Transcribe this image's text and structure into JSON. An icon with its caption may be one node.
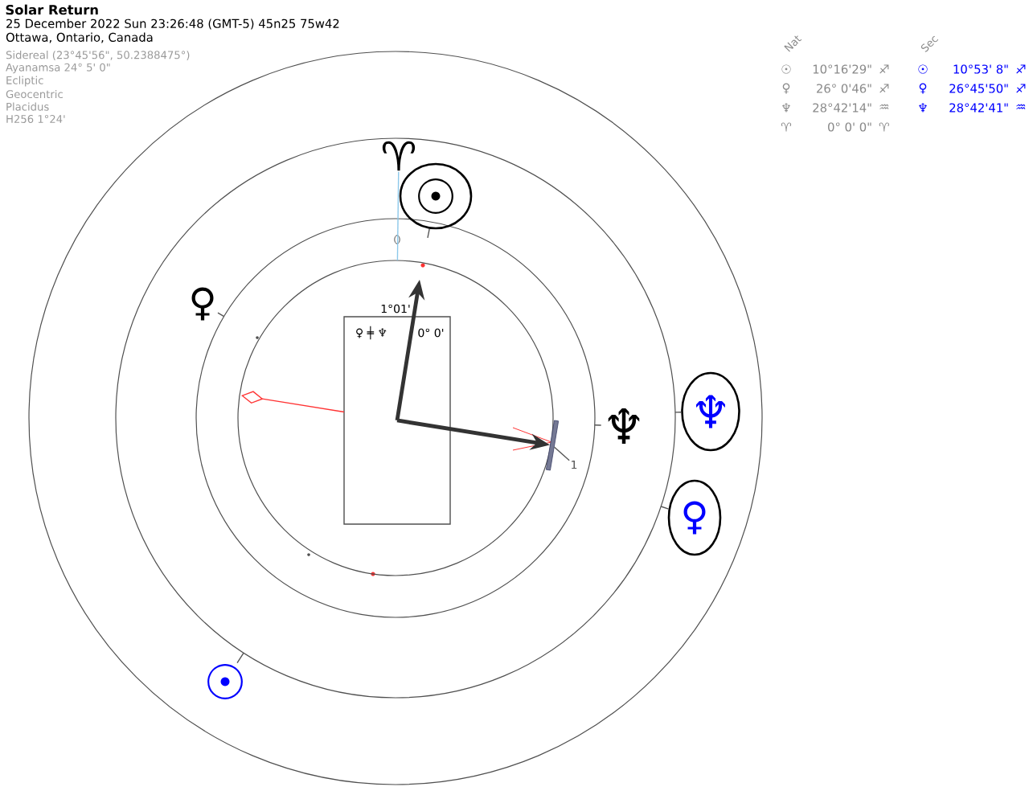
{
  "diagram": {
    "title": "Solar Return",
    "nodes": [
      {
        "text": [],
        "shape": "circle"
      },
      {
        "text": [],
        "shape": "circle",
        "in": 0
      },
      {
        "text": [],
        "shape": "circle",
        "in": 1
      },
      {
        "text": [],
        "shape": "circle",
        "in": 2
      },
      {
        "text": [
          "♈"
        ],
        "in": 1
      },
      {
        "text": [
          "☉"
        ],
        "in": 1
      },
      {
        "text": [
          "♀"
        ],
        "in": 1
      },
      {
        "text": [
          "1°01'",
          "♀ ╪ ♆",
          "0° 0'"
        ],
        "in": 3
      },
      {
        "text": [
          "♆"
        ],
        "in": 0
      },
      {
        "text": [
          "♆"
        ],
        "in": 1
      },
      {
        "text": [],
        "shape": "bar",
        "in": 2
      },
      {
        "text": [
          "1"
        ],
        "in": 2
      },
      {
        "text": [
          "♀"
        ],
        "in": 0
      },
      {
        "text": [
          "☉"
        ],
        "in": 0
      }
    ],
    "edges": [
      {
        "from": 4,
        "to": 3,
        "arrow": "none",
        "color": "#8cc8ea"
      },
      {
        "from": 5,
        "to": null,
        "arrow": "none"
      },
      {
        "from": 6,
        "to": 2,
        "arrow": "none"
      },
      {
        "from": 8,
        "to": 1,
        "arrow": "none"
      },
      {
        "from": 9,
        "to": 2,
        "arrow": "none"
      },
      {
        "from": 11,
        "to": 10,
        "arrow": "none"
      },
      {
        "from": 12,
        "to": 1,
        "arrow": "none"
      },
      {
        "from": 13,
        "to": 1,
        "arrow": "none"
      },
      {
        "from": 7,
        "to": 10,
        "arrow": "to",
        "style": "thick",
        "color": "#333333"
      },
      {
        "from": 7,
        "to": null,
        "arrow": "to",
        "style": "thick",
        "color": "#333333"
      },
      {
        "from": 7,
        "to": null,
        "arrow": "other",
        "color": "#ff3333"
      }
    ],
    "labels": [
      "25 December 2022 Sun 23:26:48 (GMT-5) 45n25 75w42",
      "Ottawa, Ontario, Canada",
      "Sidereal (23°45'56\", 50.2388475°)",
      "Ayanamsa 24° 5' 0\"",
      "Ecliptic",
      "Geocentric",
      "Placidus",
      "H256 1°24'",
      "Nat",
      "Sec",
      "☉",
      "10°16'29\"",
      "♐",
      "☉",
      "10°53' 8\"",
      "♐",
      "♀",
      "26° 0'46\"",
      "♐",
      "♀",
      "26°45'50\"",
      "♐",
      "♆",
      "28°42'14\"",
      "♒",
      "♆",
      "28°42'41\"",
      "♒",
      "♈",
      "0° 0' 0\"",
      "♈"
    ]
  }
}
